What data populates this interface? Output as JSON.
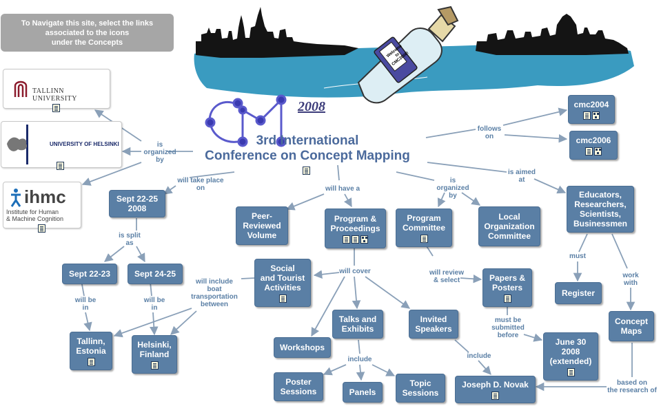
{
  "nav_text": "To Navigate this site, select the links\nassociated to the icons\nunder the Concepts",
  "logos": {
    "tallinn": "TALLINN UNIVERSITY",
    "helsinki": "UNIVERSITY OF HELSINKI",
    "ihmc_main": "ihmc",
    "ihmc_sub": "Institute for Human\n& Machine Cognition"
  },
  "bottle_text": "Welcome\nto\nCMC2008!",
  "header": {
    "logo_year": "2008",
    "title": "3rd International\nConference on Concept Mapping"
  },
  "nodes": {
    "cmc2004": "cmc2004",
    "cmc2006": "cmc2006",
    "sept2225": "Sept 22-25\n2008",
    "peer": "Peer-\nReviewed\nVolume",
    "program": "Program &\nProceedings",
    "program_committee": "Program\nCommittee",
    "local": "Local\nOrganization\nCommittee",
    "educators": "Educators,\nResearchers,\nScientists,\nBusinessmen",
    "sept2223": "Sept 22-23",
    "sept2425": "Sept 24-25",
    "social": "Social\nand Tourist\nActivities",
    "papers": "Papers &\nPosters",
    "register": "Register",
    "tallinn": "Tallinn,\nEstonia",
    "helsinki": "Helsinki,\nFinland",
    "talks": "Talks and\nExhibits",
    "invited": "Invited\nSpeakers",
    "concept_maps": "Concept\nMaps",
    "workshops": "Workshops",
    "june30": "June 30\n2008\n(extended)",
    "poster_sessions": "Poster\nSessions",
    "panels": "Panels",
    "topic_sessions": "Topic\nSessions",
    "novak": "Joseph D. Novak"
  },
  "links": {
    "organized_by": "is\norganized\nby",
    "follows_on": "follows\non",
    "will_take_place": "will take place\non",
    "will_have": "will have a",
    "is_organized_by2": "is\norganized\nby",
    "is_aimed_at": "is aimed\nat",
    "is_split": "is split\nas",
    "will_cover": "will cover",
    "must": "must",
    "work_with": "work\nwith",
    "will_review": "will review\n& select",
    "will_be_1": "will be\nin",
    "will_be_2": "will be\nin",
    "boat": "will include\nboat\ntransportation\nbetween",
    "must_be_submitted": "must be\nsubmitted\nbefore",
    "include_1": "include",
    "include_2": "include",
    "based_on": "based on\nthe research of"
  },
  "colors": {
    "node_fill": "#5a7fa5",
    "link_text": "#5a7fa5",
    "arrow": "#8aa0b8",
    "water": "#3a9bc0",
    "skyline": "#141414"
  }
}
